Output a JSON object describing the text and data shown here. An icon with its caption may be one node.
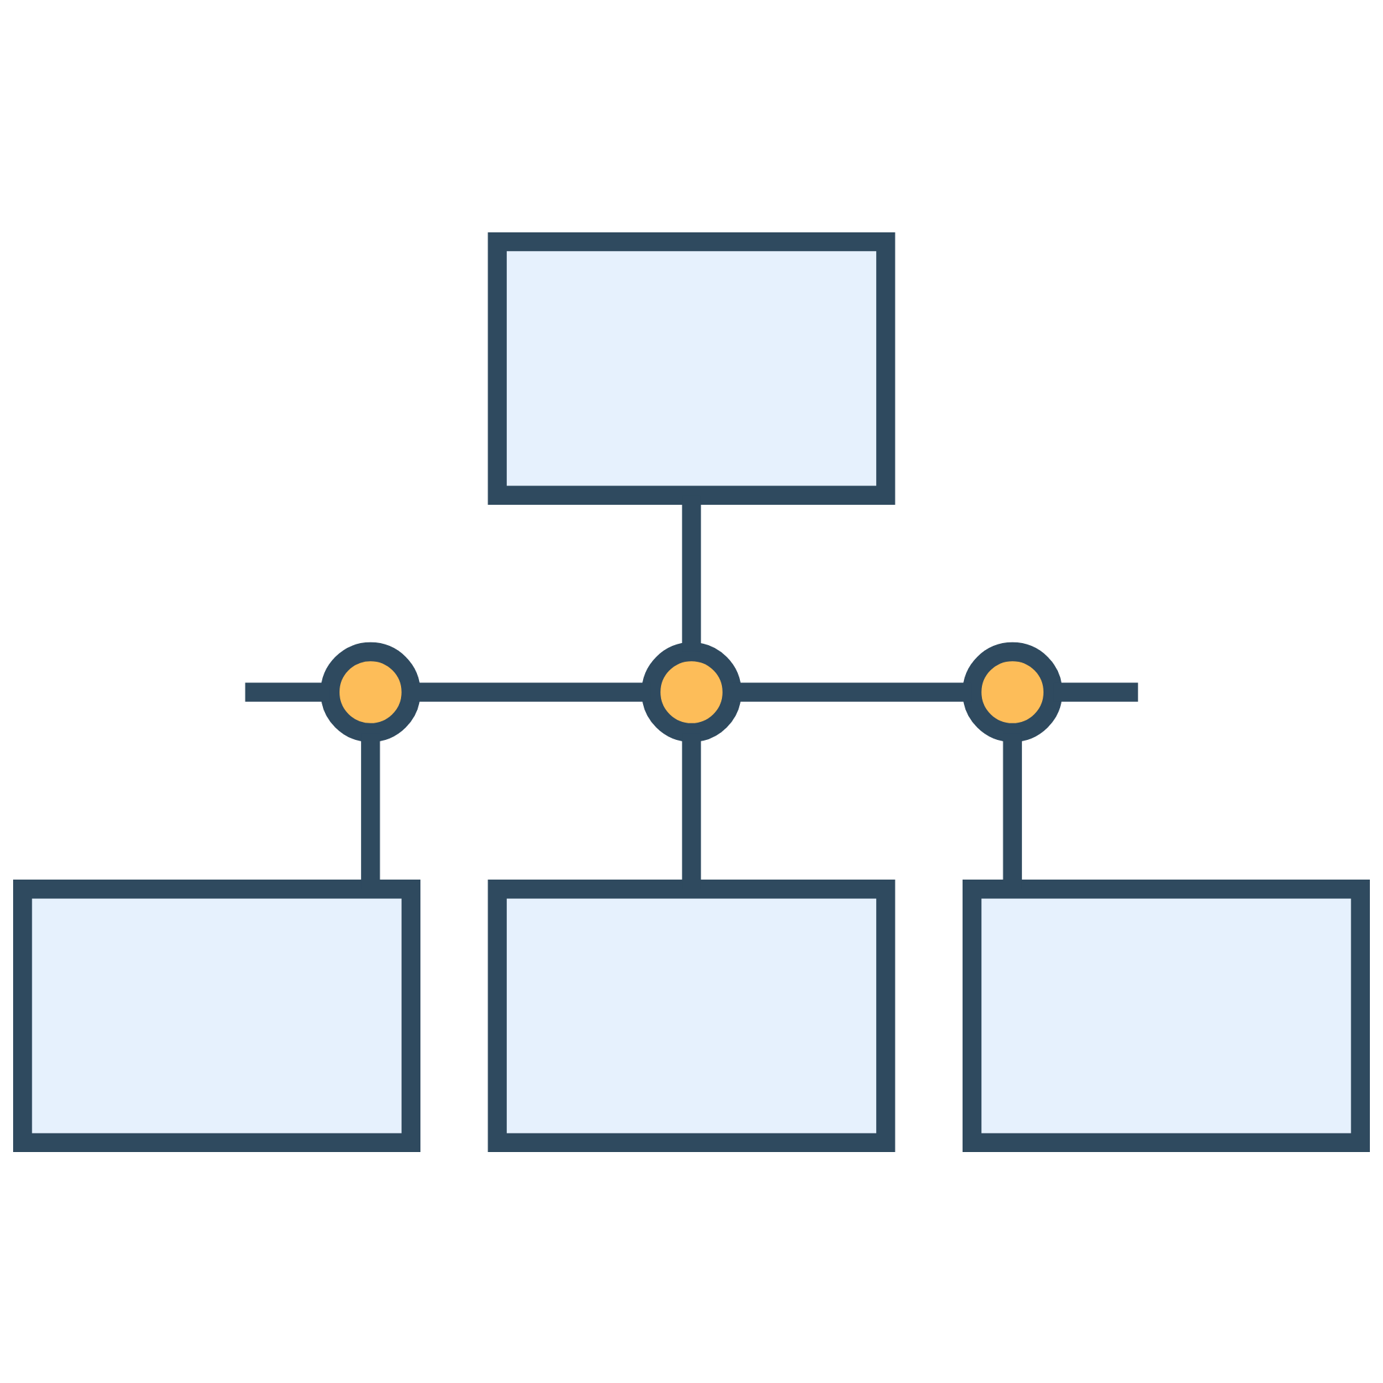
{
  "diagram": {
    "nodes": [
      {
        "text": [],
        "shape": "box"
      },
      {
        "text": [],
        "shape": "circle"
      },
      {
        "text": [],
        "shape": "circle"
      },
      {
        "text": [],
        "shape": "circle"
      },
      {
        "text": [],
        "shape": "box"
      },
      {
        "text": [],
        "shape": "box"
      },
      {
        "text": [],
        "shape": "box"
      }
    ],
    "edges": [
      {
        "from": 0,
        "to": 2,
        "arrow": "none"
      },
      {
        "from": null,
        "to": 1,
        "arrow": "none"
      },
      {
        "from": 1,
        "to": 2,
        "arrow": "none"
      },
      {
        "from": 2,
        "to": 3,
        "arrow": "none"
      },
      {
        "from": 3,
        "to": null,
        "arrow": "none"
      },
      {
        "from": 1,
        "to": 4,
        "arrow": "none"
      },
      {
        "from": 2,
        "to": 5,
        "arrow": "none"
      },
      {
        "from": 3,
        "to": 6,
        "arrow": "none"
      }
    ]
  }
}
